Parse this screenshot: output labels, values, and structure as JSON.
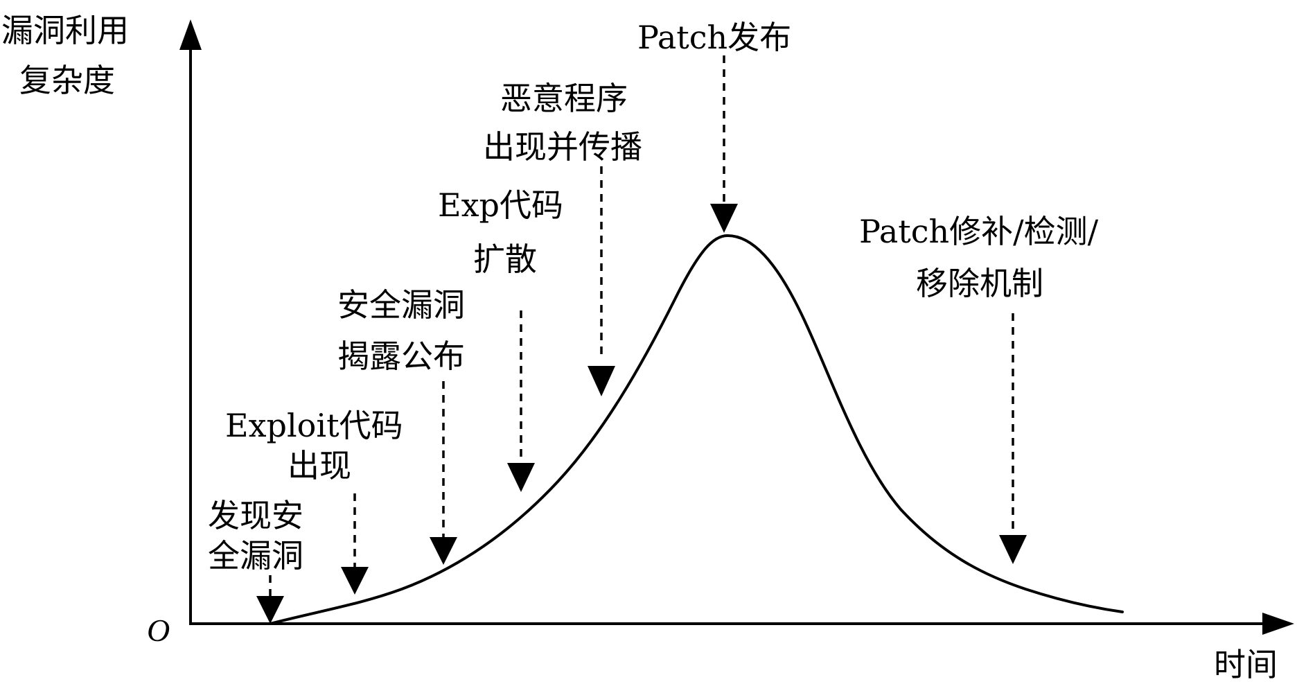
{
  "axes": {
    "y_label_line1": "漏洞利用",
    "y_label_line2": "复杂度",
    "x_label": "时间",
    "origin": "O"
  },
  "stages": [
    {
      "id": "discover",
      "line1": "发现安",
      "line2": "全漏洞"
    },
    {
      "id": "exploit-appears",
      "line1": "Exploit代码",
      "line2": "出现"
    },
    {
      "id": "disclosure",
      "line1": "安全漏洞",
      "line2": "揭露公布"
    },
    {
      "id": "exp-spread",
      "line1": "Exp代码",
      "line2": "扩散"
    },
    {
      "id": "malware",
      "line1": "恶意程序",
      "line2": "出现并传播"
    },
    {
      "id": "patch-release",
      "line1": "Patch发布",
      "line2": ""
    },
    {
      "id": "patch-fix",
      "line1": "Patch修补/检测/",
      "line2": "移除机制"
    }
  ],
  "colors": {
    "ink": "#000000",
    "background": "#ffffff"
  }
}
